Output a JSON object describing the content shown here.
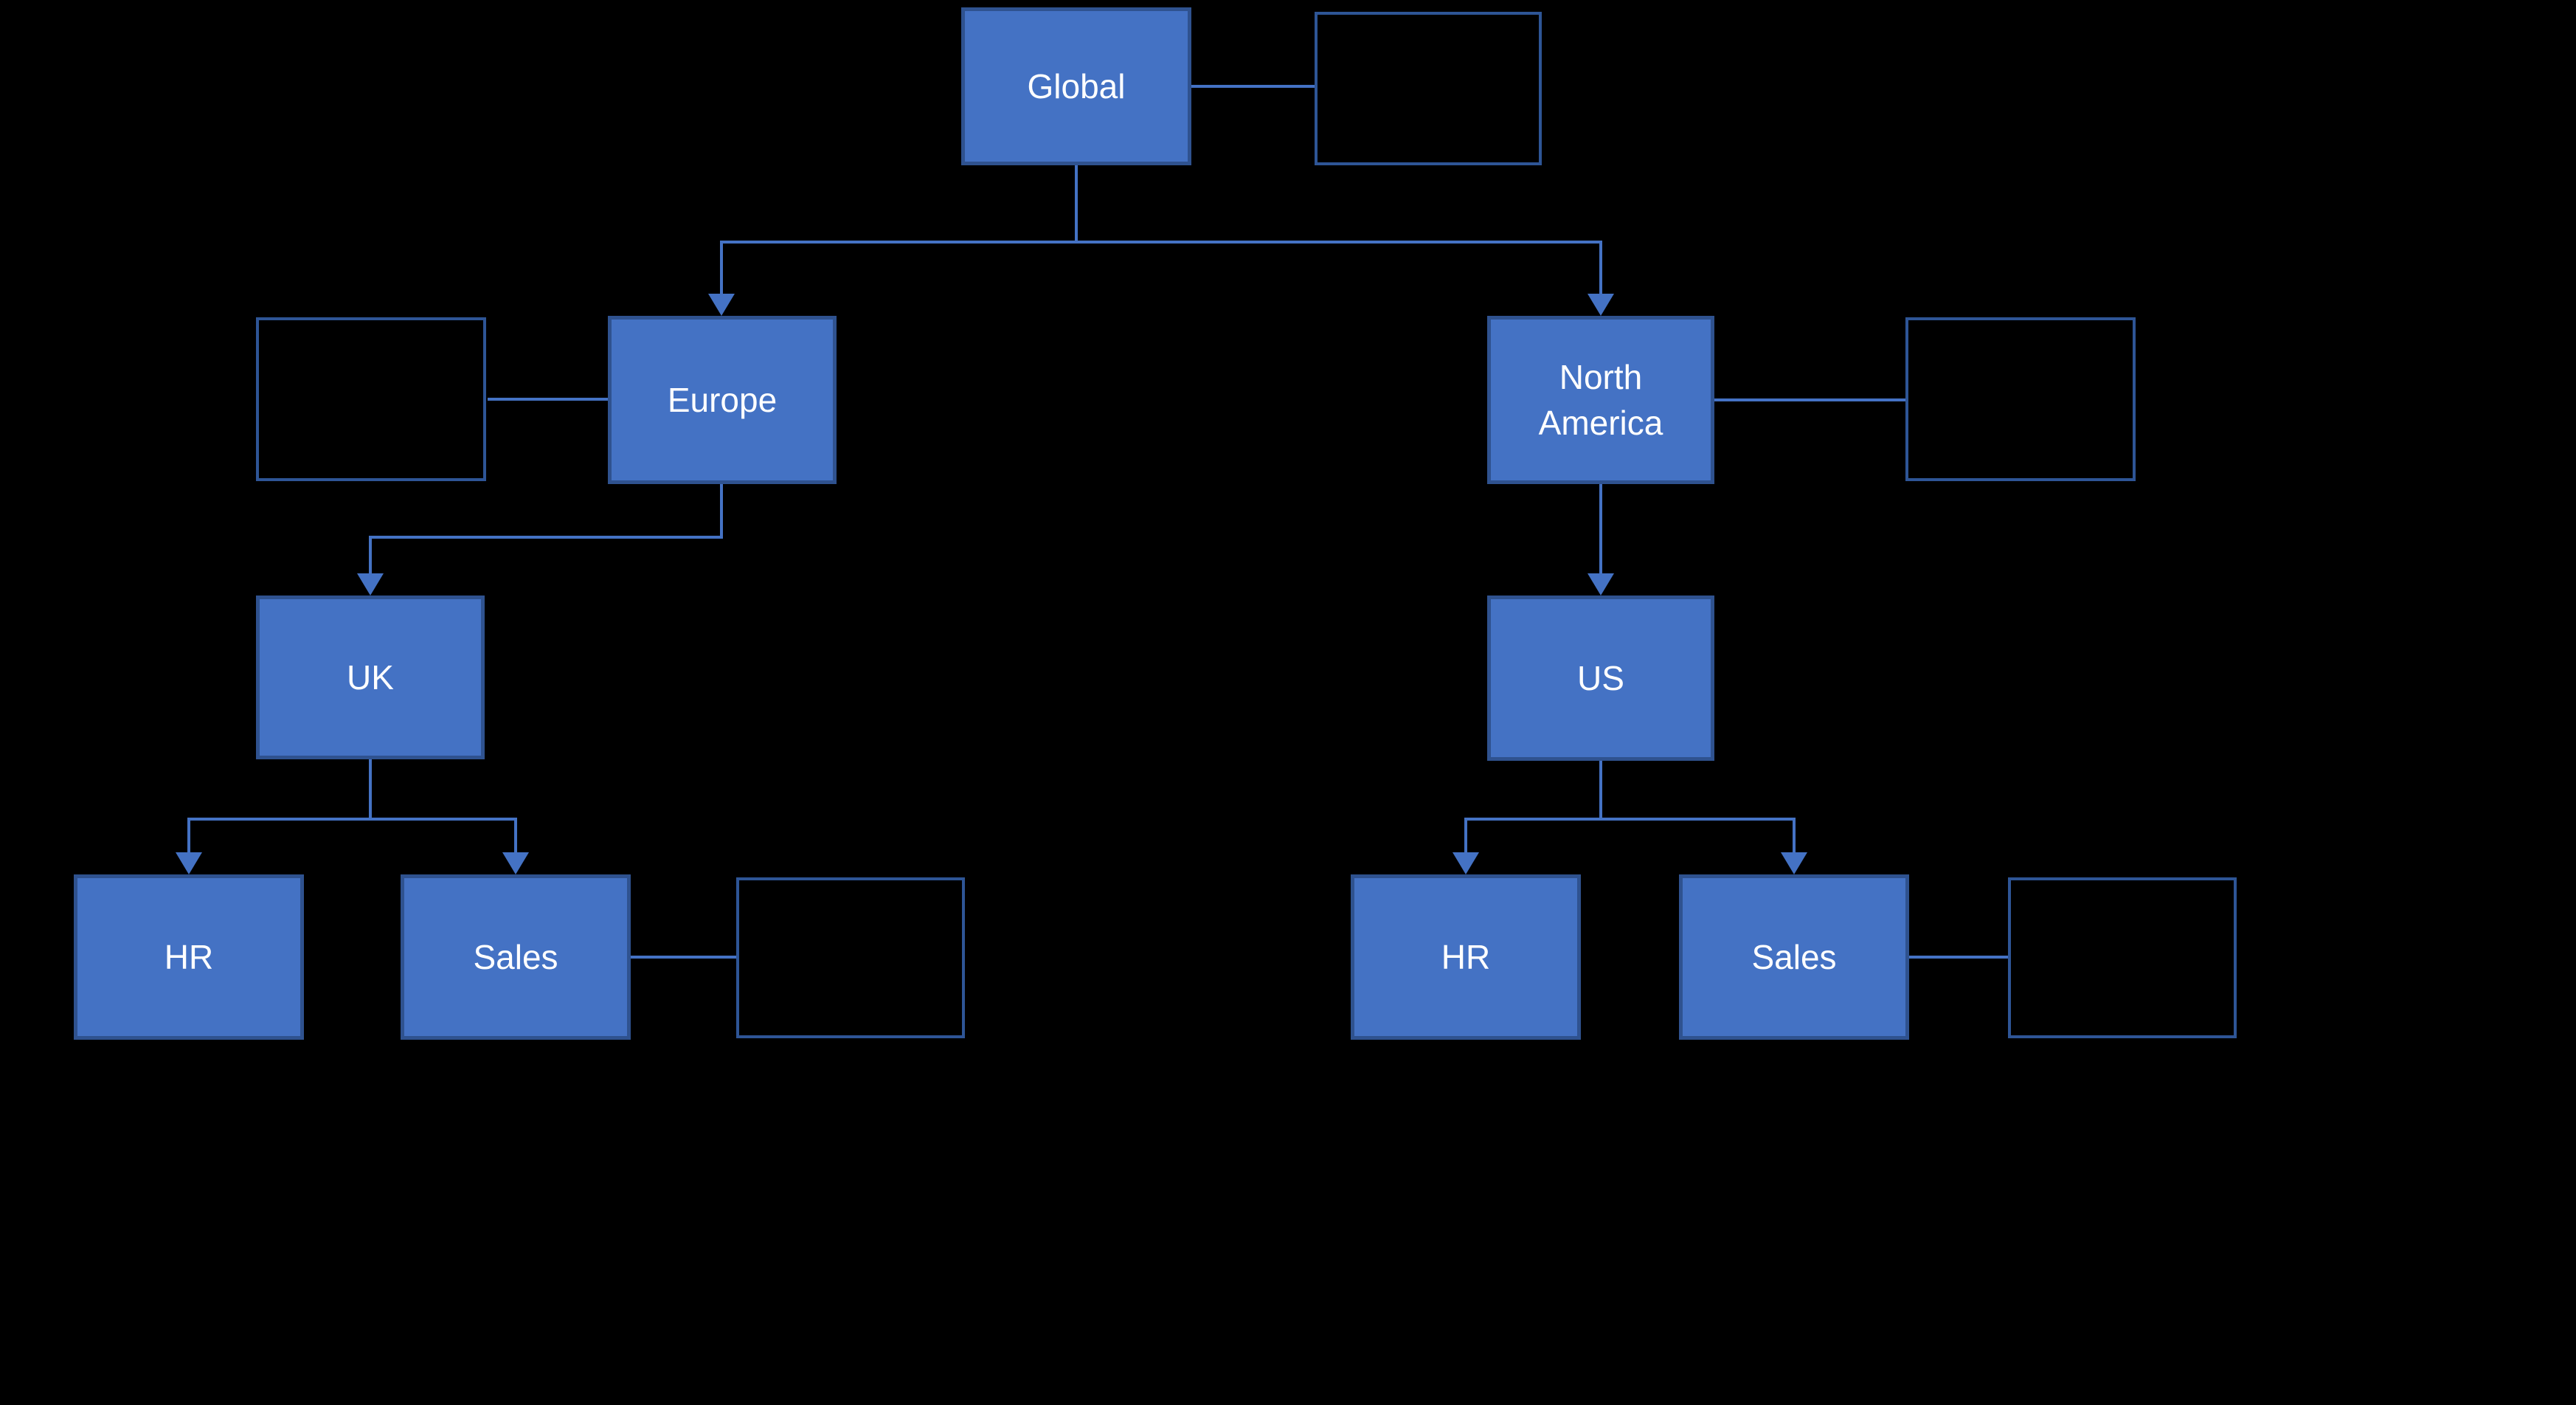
{
  "diagram": {
    "type": "org-chart",
    "background": "#000000",
    "colors": {
      "node_fill": "#4472C4",
      "node_border": "#2F528F",
      "empty_box_border": "#2E5596",
      "connector": "#4472C4",
      "label_text": "#FFFFFF"
    },
    "nodes": {
      "global": {
        "label": "Global"
      },
      "europe": {
        "label": "Europe"
      },
      "north_america": {
        "label": "North\nAmerica"
      },
      "uk": {
        "label": "UK"
      },
      "us": {
        "label": "US"
      },
      "hr_left": {
        "label": "HR"
      },
      "sales_left": {
        "label": "Sales"
      },
      "hr_right": {
        "label": "HR"
      },
      "sales_right": {
        "label": "Sales"
      }
    },
    "empty_boxes": [
      "right-of-global",
      "left-of-europe",
      "right-of-north-america",
      "right-of-sales-uk",
      "right-of-sales-us"
    ],
    "edges": [
      {
        "from": "Global",
        "to": "Europe",
        "style": "arrow"
      },
      {
        "from": "Global",
        "to": "North America",
        "style": "arrow"
      },
      {
        "from": "Europe",
        "to": "UK",
        "style": "arrow"
      },
      {
        "from": "North America",
        "to": "US",
        "style": "arrow"
      },
      {
        "from": "UK",
        "to": "HR",
        "style": "arrow"
      },
      {
        "from": "UK",
        "to": "Sales",
        "style": "arrow"
      },
      {
        "from": "US",
        "to": "HR",
        "style": "arrow"
      },
      {
        "from": "US",
        "to": "Sales",
        "style": "arrow"
      },
      {
        "from": "Global",
        "to": "empty box right",
        "style": "plain"
      },
      {
        "from": "Europe",
        "to": "empty box left",
        "style": "plain"
      },
      {
        "from": "North America",
        "to": "empty box right",
        "style": "plain"
      },
      {
        "from": "Sales (UK)",
        "to": "empty box right",
        "style": "plain"
      },
      {
        "from": "Sales (US)",
        "to": "empty box right",
        "style": "plain"
      }
    ]
  }
}
